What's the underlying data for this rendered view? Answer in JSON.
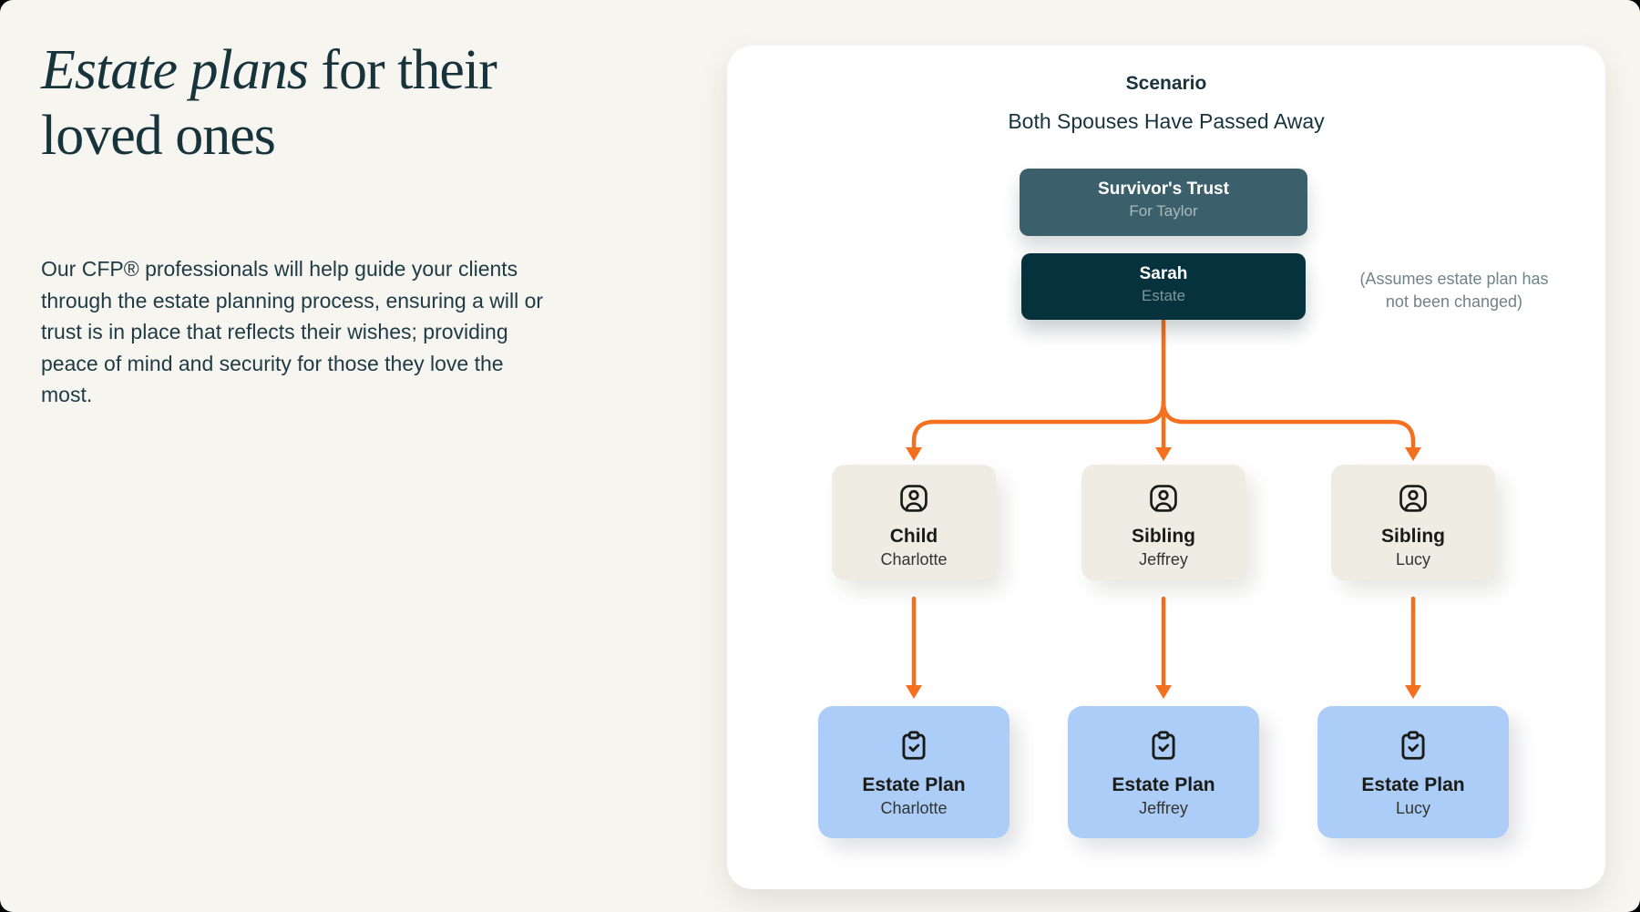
{
  "hero": {
    "title_italic": "Estate plans",
    "title_line1_rest": " for their",
    "title_line2": "loved ones",
    "paragraph": "Our CFP® professionals will help guide your clients through the estate planning process, ensuring a will or trust is in place that reflects their wishes; providing peace of mind and security for those they love the most."
  },
  "diagram": {
    "title": "Scenario",
    "subtitle": "Both Spouses Have Passed Away",
    "trust_box": {
      "title": "Survivor's Trust",
      "subtitle": "For Taylor"
    },
    "estate_box": {
      "title": "Sarah",
      "subtitle": "Estate"
    },
    "note_line1": "(Assumes estate plan has",
    "note_line2": "not been changed)",
    "heirs": [
      {
        "role": "Child",
        "name": "Charlotte"
      },
      {
        "role": "Sibling",
        "name": "Jeffrey"
      },
      {
        "role": "Sibling",
        "name": "Lucy"
      }
    ],
    "plans": [
      {
        "title": "Estate Plan",
        "name": "Charlotte"
      },
      {
        "title": "Estate Plan",
        "name": "Jeffrey"
      },
      {
        "title": "Estate Plan",
        "name": "Lucy"
      }
    ],
    "colors": {
      "page_bg": "#F7F5EF",
      "heading": "#17333C",
      "body_text": "#1E3A44",
      "card_bg": "#FFFFFF",
      "trust_bg": "#3B606C",
      "trust_sub": "#A9B9BE",
      "sarah_bg": "#06323E",
      "sarah_sub": "#7F969C",
      "note": "#6F8389",
      "orange": "#F4701F",
      "heir_bg": "#EFEDE3",
      "plan_bg": "#ABCDF7",
      "dark_text": "#1A1B17",
      "name_text": "#33342F",
      "subtitle_text": "#16333E"
    }
  }
}
